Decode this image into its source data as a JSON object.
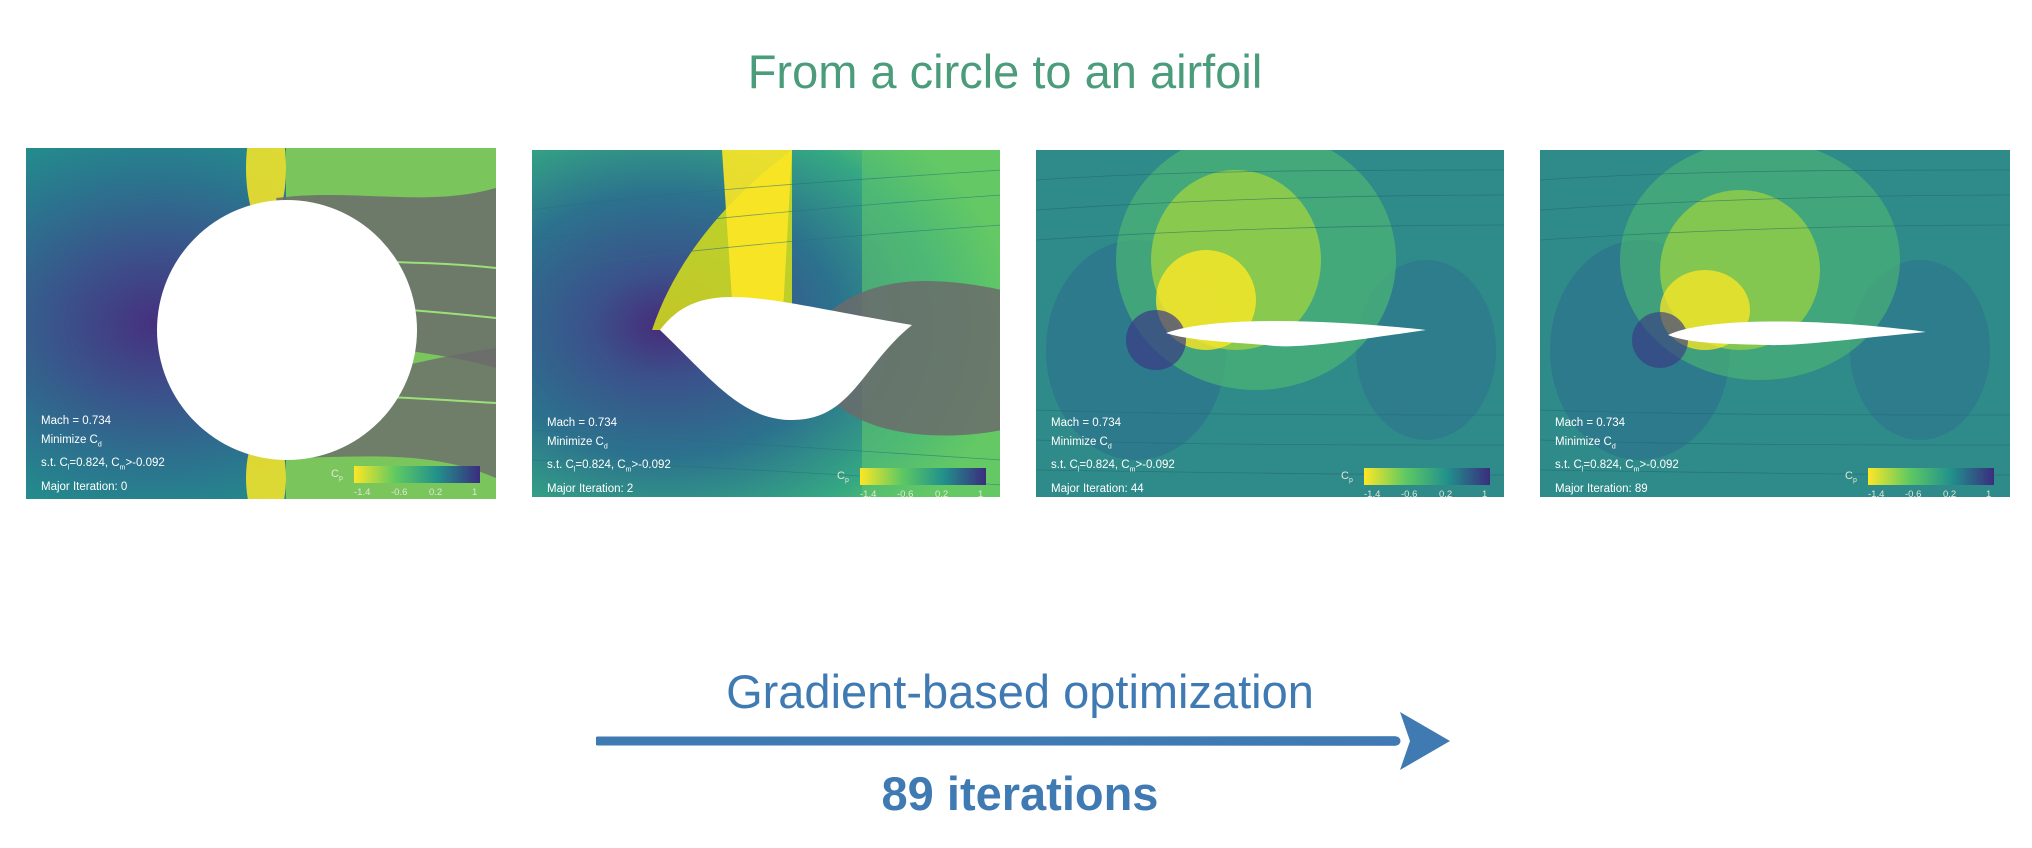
{
  "title": "From a circle to an airfoil",
  "panels": [
    {
      "mach": "Mach = 0.734",
      "objective": "Minimize C",
      "objective_sub": "d",
      "constraint_pre": "s.t. C",
      "constraint_sub1": "l",
      "constraint_mid": "=0.824, C",
      "constraint_sub2": "m",
      "constraint_post": ">-0.092",
      "iteration": "Major Iteration: 0"
    },
    {
      "mach": "Mach = 0.734",
      "objective": "Minimize C",
      "objective_sub": "d",
      "constraint_pre": "s.t. C",
      "constraint_sub1": "l",
      "constraint_mid": "=0.824, C",
      "constraint_sub2": "m",
      "constraint_post": ">-0.092",
      "iteration": "Major Iteration: 2"
    },
    {
      "mach": "Mach = 0.734",
      "objective": "Minimize C",
      "objective_sub": "d",
      "constraint_pre": "s.t. C",
      "constraint_sub1": "l",
      "constraint_mid": "=0.824, C",
      "constraint_sub2": "m",
      "constraint_post": ">-0.092",
      "iteration": "Major Iteration: 44"
    },
    {
      "mach": "Mach = 0.734",
      "objective": "Minimize C",
      "objective_sub": "d",
      "constraint_pre": "s.t. C",
      "constraint_sub1": "l",
      "constraint_mid": "=0.824, C",
      "constraint_sub2": "m",
      "constraint_post": ">-0.092",
      "iteration": "Major Iteration: 89"
    }
  ],
  "colorbar": {
    "label": "C",
    "label_sub": "p",
    "ticks": [
      "-1.4",
      "-0.6",
      "0.2",
      "1"
    ]
  },
  "optimization_label": "Gradient-based optimization",
  "iterations_label": "89 iterations",
  "colors": {
    "title": "#4a9c7a",
    "accent": "#3f7ab3",
    "viridis_low": "#fde725",
    "viridis_high": "#440154"
  }
}
